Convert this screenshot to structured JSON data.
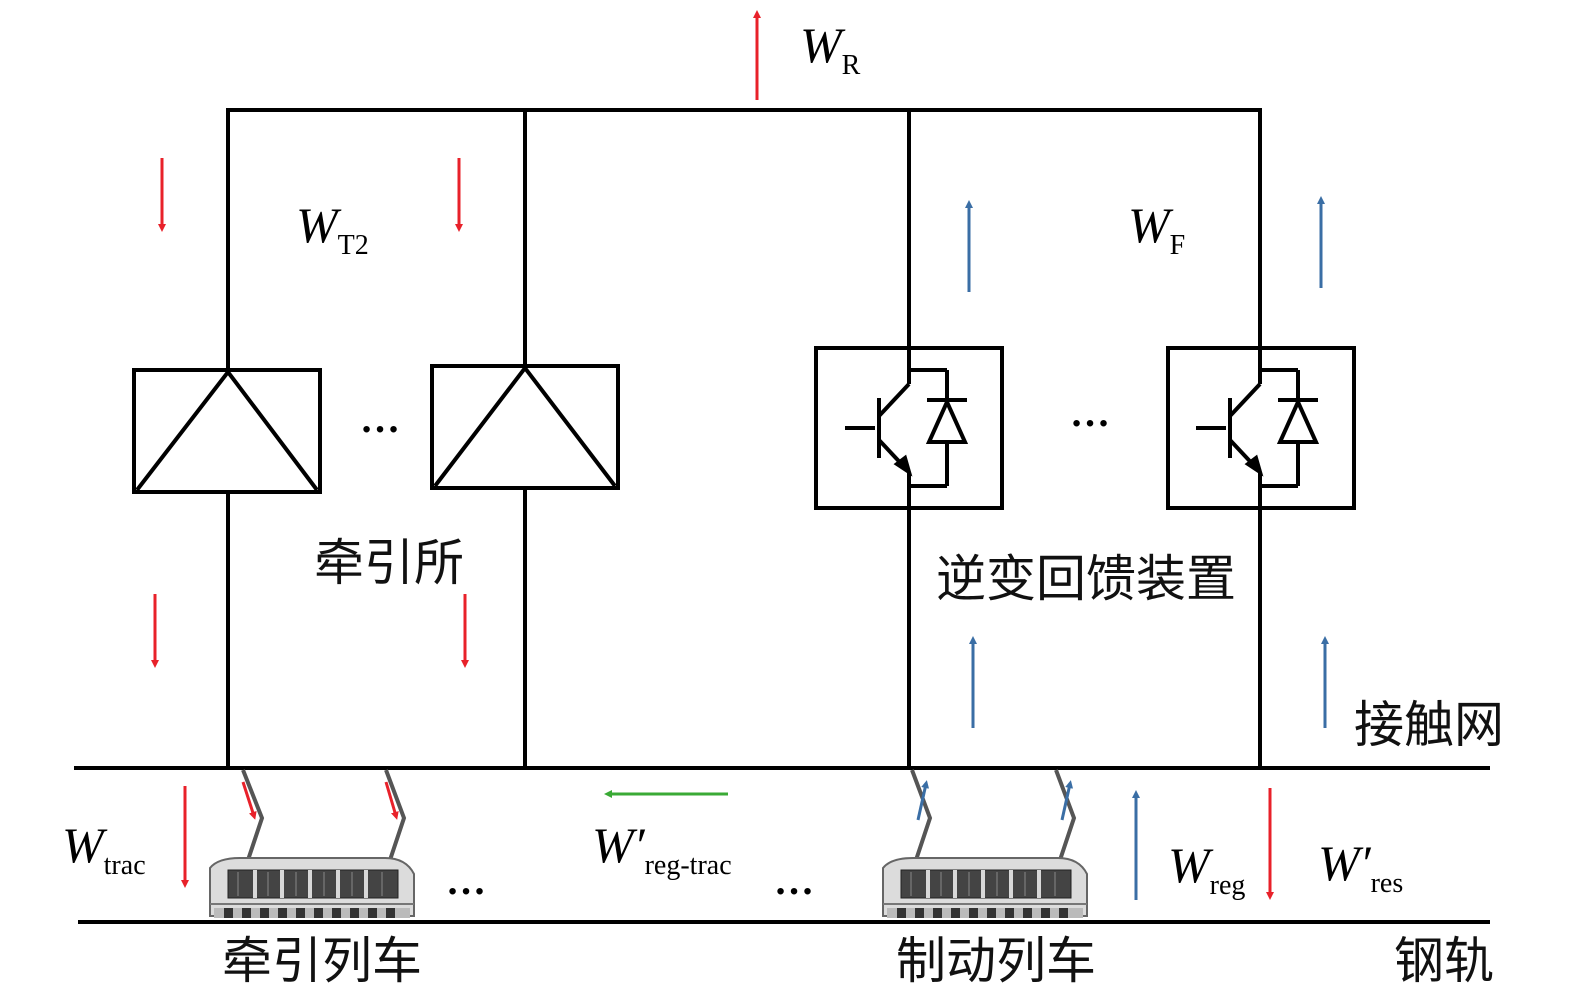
{
  "labels": {
    "traction_substation": "牵引所",
    "inverter_feedback": "逆变回馈装置",
    "catenary": "接触网",
    "rail": "钢轨",
    "traction_train": "牵引列车",
    "braking_train": "制动列车"
  },
  "energy": {
    "w_r": {
      "main": "W",
      "sub": "R"
    },
    "w_t2": {
      "main": "W",
      "sub": "T2"
    },
    "w_f": {
      "main": "W",
      "sub": "F"
    },
    "w_trac": {
      "main": "W",
      "sub": "trac"
    },
    "w_reg_trac": {
      "main": "W′",
      "sub": "reg-trac"
    },
    "w_reg": {
      "main": "W",
      "sub": "reg"
    },
    "w_res": {
      "main": "W′",
      "sub": "res"
    }
  },
  "ellipsis": "…",
  "colors": {
    "red_arrow": "#e8212a",
    "blue_arrow": "#3a6ea5",
    "green_arrow": "#3aaa35",
    "line": "#000000"
  }
}
